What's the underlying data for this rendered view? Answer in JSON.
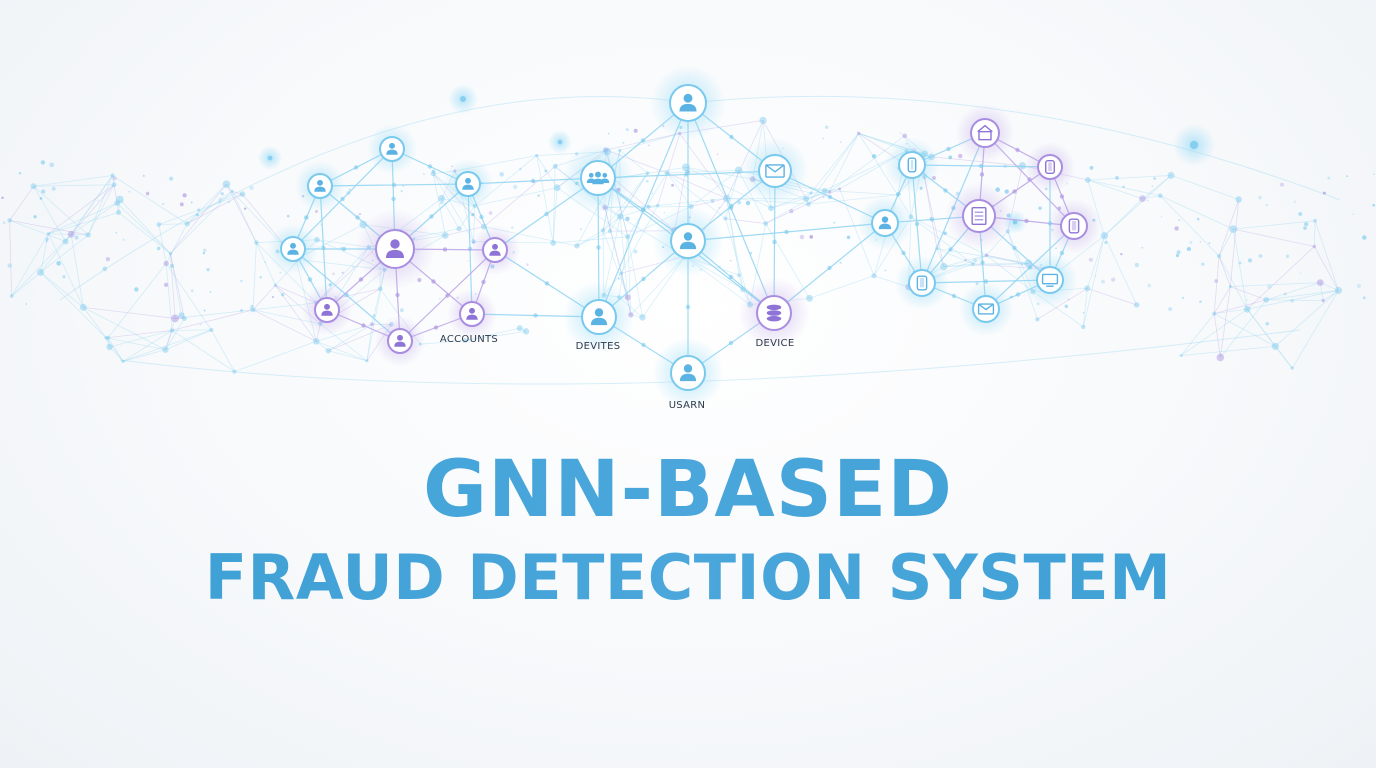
{
  "title": {
    "line1": "GNN-BASED",
    "line2": "FRAUD DETECTION SYSTEM"
  },
  "labels": {
    "accounts": "ACCOUNTS",
    "devites": "DEVITES",
    "device": "DEVICE",
    "usarn": "USARN"
  },
  "colors": {
    "title": "#46a5da",
    "node_blue": "#79c9ee",
    "node_purple": "#a98ee0",
    "edge_blue": "#8fd3f2",
    "edge_purple": "#b9a2e8"
  },
  "icons": {
    "user": "user-icon",
    "group": "group-icon",
    "mail": "mail-icon",
    "database": "database-icon",
    "phone": "phone-icon",
    "monitor": "monitor-icon",
    "document": "document-icon",
    "tablet": "tablet-icon",
    "store": "store-icon"
  }
}
